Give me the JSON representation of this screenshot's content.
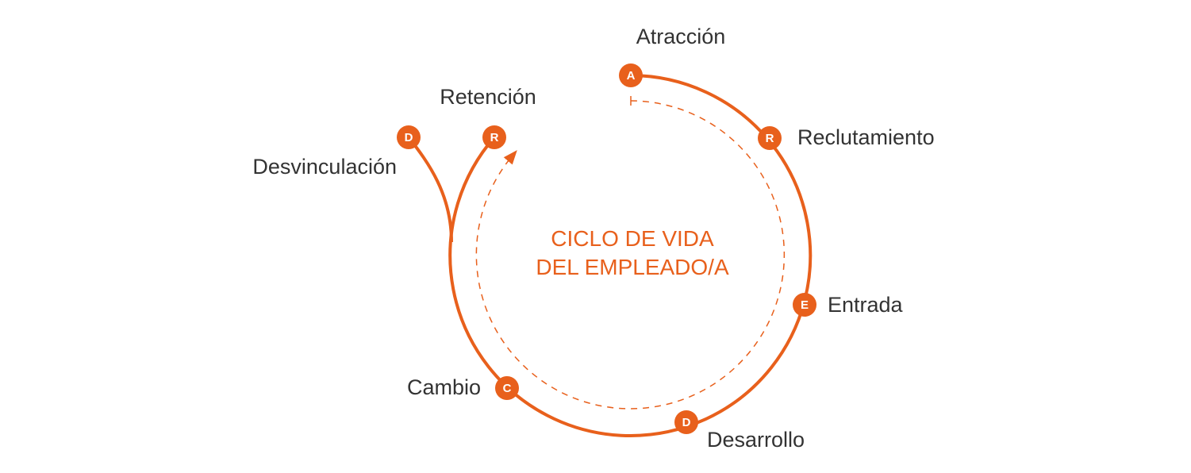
{
  "title_lines": [
    "CICLO DE VIDA",
    "DEL EMPLEADO/A"
  ],
  "stages": [
    {
      "key": "atraccion",
      "letter": "A",
      "label": "Atracción"
    },
    {
      "key": "reclutamiento",
      "letter": "R",
      "label": "Reclutamiento"
    },
    {
      "key": "entrada",
      "letter": "E",
      "label": "Entrada"
    },
    {
      "key": "desarrollo",
      "letter": "D",
      "label": "Desarrollo"
    },
    {
      "key": "cambio",
      "letter": "C",
      "label": "Cambio"
    },
    {
      "key": "retencion",
      "letter": "R",
      "label": "Retención"
    },
    {
      "key": "desvinculacion",
      "letter": "D",
      "label": "Desvinculación"
    }
  ],
  "colors": {
    "accent": "#e8601c",
    "text": "#333333",
    "background": "#ffffff"
  }
}
